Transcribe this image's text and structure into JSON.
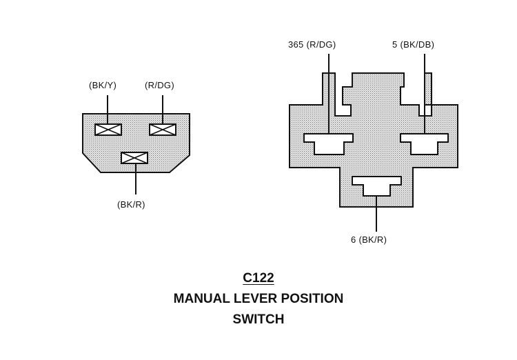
{
  "left_connector": {
    "wire_top_left": "(BK/Y)",
    "wire_top_right": "(R/DG)",
    "wire_bottom": "(BK/R)"
  },
  "right_connector": {
    "wire_top_left": "365 (R/DG)",
    "wire_top_right": "5 (BK/DB)",
    "wire_bottom": "6 (BK/R)"
  },
  "caption": {
    "connector_id": "C122",
    "line1": "MANUAL LEVER POSITION",
    "line2": "SWITCH"
  },
  "colors": {
    "fill": "#c8c8c8",
    "stroke": "#111111"
  }
}
